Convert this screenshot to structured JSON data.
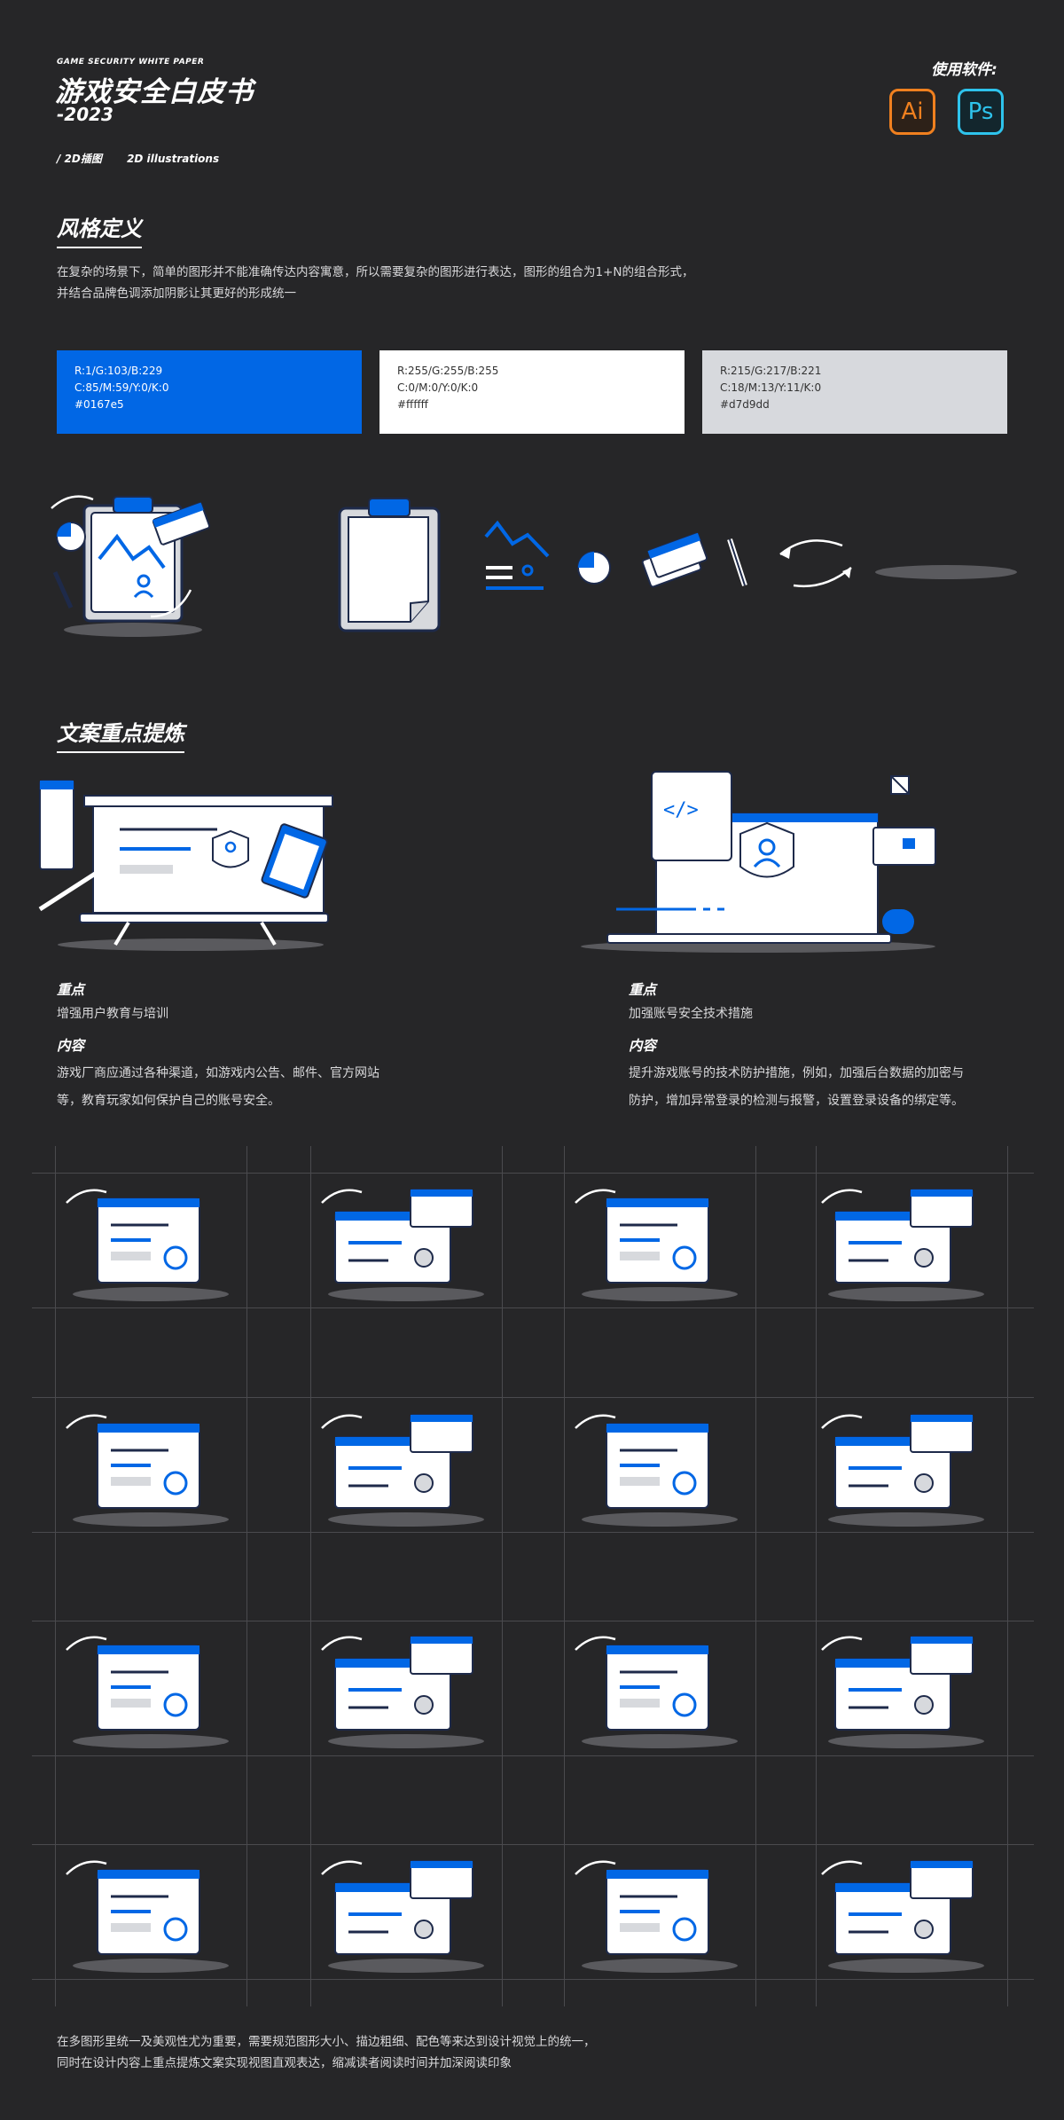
{
  "header": {
    "subtitle_en": "GAME SECURITY WHITE PAPER",
    "title": "游戏安全白皮书",
    "year": "-2023",
    "tags": [
      "/ 2D插图",
      "2D illustrations"
    ],
    "software_label": "使用软件:",
    "software": [
      {
        "name": "Ai",
        "color": "#f0801f",
        "text_color": "#f0801f"
      },
      {
        "name": "Ps",
        "color": "#2ec3ec",
        "text_color": "#2ec3ec"
      }
    ]
  },
  "style_section": {
    "heading": "风格定义",
    "description_lines": [
      "在复杂的场景下，简单的图形并不能准确传达内容寓意，所以需要复杂的图形进行表达，图形的组合为1+N的组合形式，",
      "并结合品牌色调添加阴影让其更好的形成统一"
    ],
    "swatches": [
      {
        "rgb": "R:1/G:103/B:229",
        "cmyk": "C:85/M:59/Y:0/K:0",
        "hex": "#0167e5",
        "bg": "#0167e5",
        "fg": "#ffffff"
      },
      {
        "rgb": "R:255/G:255/B:255",
        "cmyk": "C:0/M:0/Y:0/K:0",
        "hex": "#ffffff",
        "bg": "#ffffff",
        "fg": "#333333"
      },
      {
        "rgb": "R:215/G:217/B:221",
        "cmyk": "C:18/M:13/Y:11/K:0",
        "hex": "#d7d9dd",
        "bg": "#d7d9dd",
        "fg": "#333333"
      }
    ]
  },
  "copy_section": {
    "heading": "文案重点提炼",
    "items": [
      {
        "key_label": "重点",
        "key_text": "增强用户教育与培训",
        "content_label": "内容",
        "content_lines": [
          "游戏厂商应通过各种渠道，如游戏内公告、邮件、官方网站",
          "等，教育玩家如何保护自己的账号安全。"
        ]
      },
      {
        "key_label": "重点",
        "key_text": "加强账号安全技术措施",
        "content_label": "内容",
        "content_lines": [
          "提升游戏账号的技术防护措施，例如，加强后台数据的加密与",
          "防护，增加异常登录的检测与报警，设置登录设备的绑定等。"
        ]
      }
    ]
  },
  "illustration_icons": [
    "clipboard-chart-icon",
    "folder-browser-icon",
    "server-phone-icon",
    "document-browser-icon",
    "presentation-board-icon",
    "certificate-document-icon",
    "clipboard-chart-icon",
    "monitor-chart-icon",
    "monitor-video-icon",
    "browser-shield-icon",
    "document-search-icon",
    "browser-phone-icon",
    "monitor-notebook-icon",
    "monitor-browser-icon",
    "browser-card-icon",
    "phone-browser-icon"
  ],
  "footer": {
    "lines": [
      "在多图形里统一及美观性尤为重要，需要规范图形大小、描边粗细、配色等来达到设计视觉上的统一，",
      "同时在设计内容上重点提炼文案实现视图直观表达，缩减读者阅读时间并加深阅读印象"
    ]
  },
  "colors": {
    "brand": "#0167e5",
    "white": "#ffffff",
    "grey": "#d7d9dd",
    "background": "#262628",
    "outline": "#1e2a4a"
  }
}
